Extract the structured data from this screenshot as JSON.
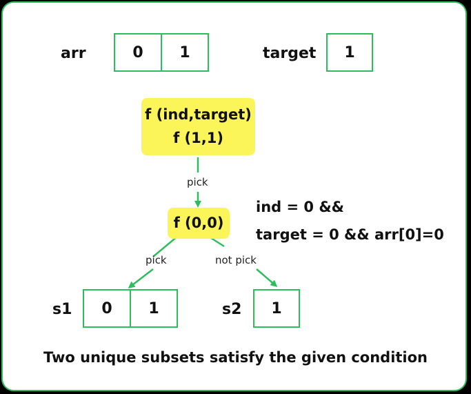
{
  "top": {
    "arr_label": "arr",
    "arr_values": [
      "0",
      "1"
    ],
    "target_label": "target",
    "target_value": "1"
  },
  "tree": {
    "root": {
      "line1": "f (ind,target)",
      "line2": "f (1,1)"
    },
    "edge_root_child": "pick",
    "child": {
      "text": "f (0,0)"
    },
    "edge_left": "pick",
    "edge_right": "not pick",
    "condition": {
      "line1": "ind = 0 &&",
      "line2": "target = 0 && arr[0]=0"
    }
  },
  "subsets": {
    "s1_label": "s1",
    "s1_values": [
      "0",
      "1"
    ],
    "s2_label": "s2",
    "s2_values": [
      "1"
    ]
  },
  "caption": "Two unique subsets satisfy the given condition",
  "colors": {
    "accent": "#2dbe5c",
    "node_fill": "#fbf55a"
  }
}
